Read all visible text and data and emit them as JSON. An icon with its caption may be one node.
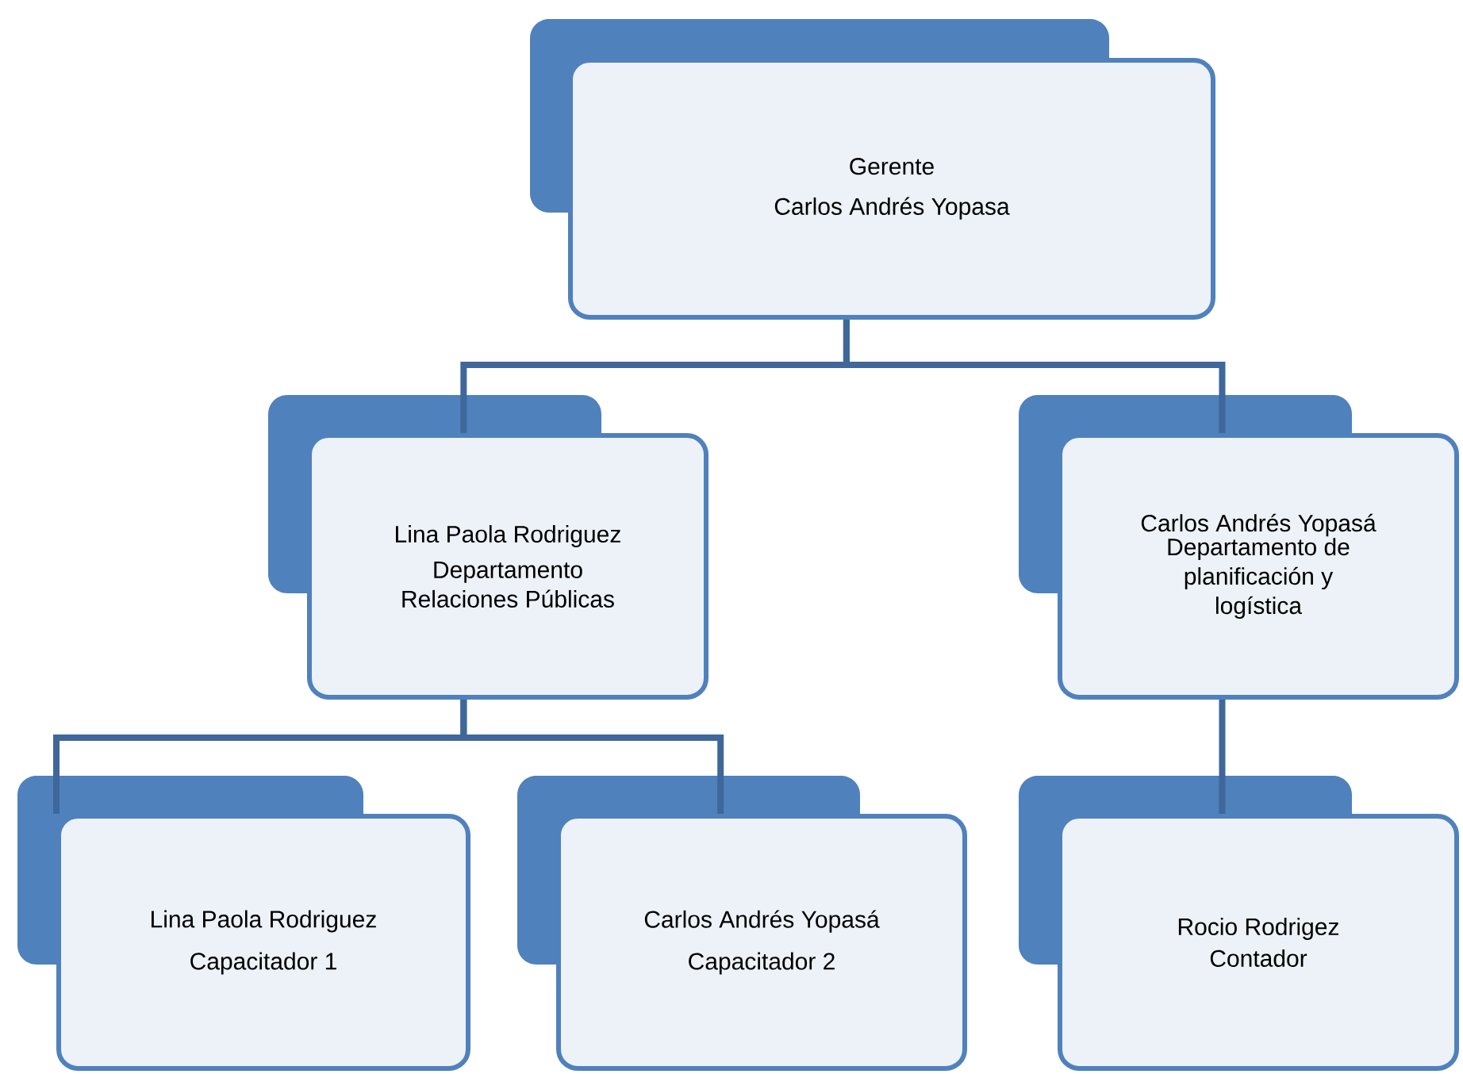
{
  "diagram": {
    "nodes": [
      {
        "text": [
          "Gerente",
          "Carlos Andrés Yopasa"
        ]
      },
      {
        "text": [
          "Lina Paola Rodriguez",
          "Departamento Relaciones Públicas"
        ]
      },
      {
        "text": [
          "Carlos Andrés Yopasá",
          "Departamento de planificación y logística"
        ]
      },
      {
        "text": [
          "Lina Paola Rodriguez",
          "Capacitador 1"
        ]
      },
      {
        "text": [
          "Carlos Andrés Yopasá",
          "Capacitador 2"
        ]
      },
      {
        "text": [
          "Rocio Rodrigez",
          "Contador"
        ]
      }
    ],
    "edges": [
      {
        "from": 0,
        "to": 1,
        "arrow": "none"
      },
      {
        "from": 0,
        "to": 2,
        "arrow": "none"
      },
      {
        "from": 1,
        "to": 3,
        "arrow": "none"
      },
      {
        "from": 1,
        "to": 4,
        "arrow": "none"
      },
      {
        "from": 2,
        "to": 5,
        "arrow": "none"
      }
    ]
  }
}
